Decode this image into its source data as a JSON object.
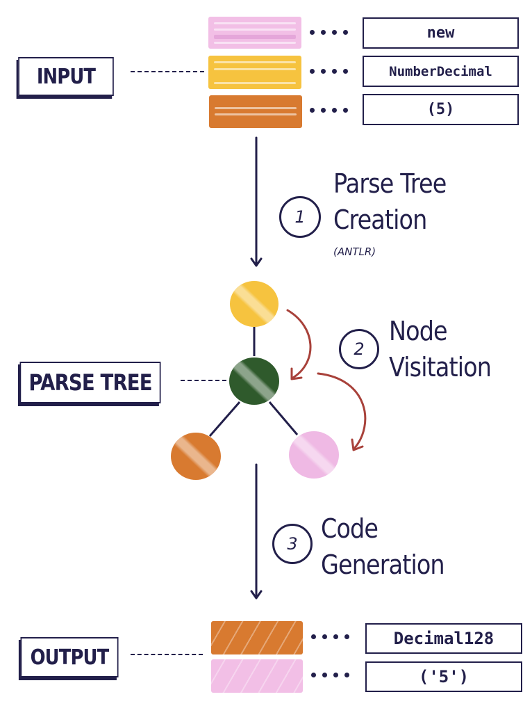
{
  "colors": {
    "ink": "#221f4a",
    "pink": "#f2bfe6",
    "yellow": "#f6c33f",
    "orange": "#d87a30",
    "green": "#2f5a2c",
    "arrow_red": "#a8413a"
  },
  "input": {
    "label": "INPUT",
    "tokens": [
      {
        "color": "pink",
        "value": "new"
      },
      {
        "color": "yellow",
        "value": "NumberDecimal"
      },
      {
        "color": "orange",
        "value": "(5)"
      }
    ]
  },
  "steps": [
    {
      "number": "1",
      "lines": [
        "Parse Tree",
        "Creation"
      ],
      "note": "(ANTLR)"
    },
    {
      "number": "2",
      "lines": [
        "Node",
        "Visitation"
      ]
    },
    {
      "number": "3",
      "lines": [
        "Code",
        "Generation"
      ]
    }
  ],
  "parse_tree": {
    "label": "PARSE TREE",
    "nodes": [
      {
        "id": "root",
        "color": "yellow"
      },
      {
        "id": "middle",
        "color": "green"
      },
      {
        "id": "left-leaf",
        "color": "orange"
      },
      {
        "id": "right-leaf",
        "color": "pink"
      }
    ]
  },
  "output": {
    "label": "OUTPUT",
    "tokens": [
      {
        "color": "orange",
        "value": "Decimal128"
      },
      {
        "color": "pink",
        "value": "('5')"
      }
    ]
  }
}
